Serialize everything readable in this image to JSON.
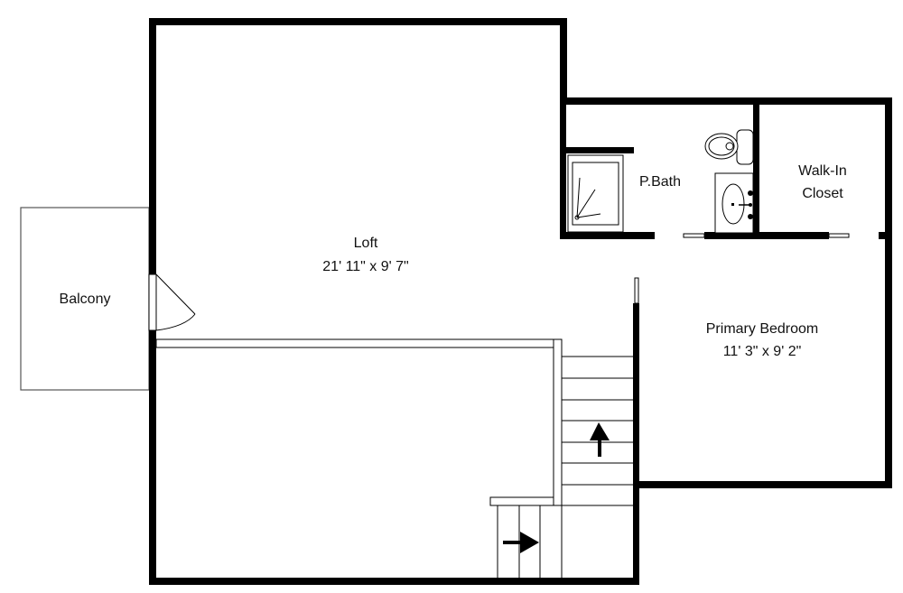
{
  "floor_plan": {
    "colors": {
      "wall": "#000000",
      "background": "#ffffff",
      "text": "#111111"
    },
    "rooms": {
      "loft": {
        "name": "Loft",
        "dimensions": "21' 11\" x 9' 7\""
      },
      "primary_bedroom": {
        "name": "Primary Bedroom",
        "dimensions": "11' 3\" x 9' 2\""
      },
      "bath": {
        "name": "P.Bath"
      },
      "closet": {
        "name_line1": "Walk-In",
        "name_line2": "Closet"
      },
      "balcony": {
        "name": "Balcony"
      }
    },
    "icons": [
      "shower-icon",
      "toilet-icon",
      "sink-icon",
      "stairs-up-arrow-icon",
      "stairs-right-arrow-icon",
      "door-swing-icon"
    ]
  }
}
